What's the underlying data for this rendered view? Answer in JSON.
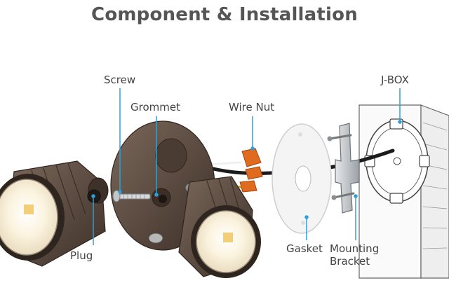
{
  "title": "Component & Installation",
  "labels": {
    "screw": "Screw",
    "grommet": "Grommet",
    "wire_nut": "Wire Nut",
    "j_box": "J-BOX",
    "plug": "Plug",
    "gasket": "Gasket",
    "mounting_bracket_line1": "Mounting",
    "mounting_bracket_line2": "Bracket"
  },
  "colors": {
    "title": "#555555",
    "label_text": "#444444",
    "leader_line": "#2f9fd6",
    "housing": "#5a4a3f",
    "housing_dark": "#3e3129",
    "lens_glow": "#fbf3de",
    "wire_nut": "#e06a1f",
    "gasket": "#f4f4f4",
    "bracket": "#c9ccd0",
    "wall": "#fafafa"
  }
}
